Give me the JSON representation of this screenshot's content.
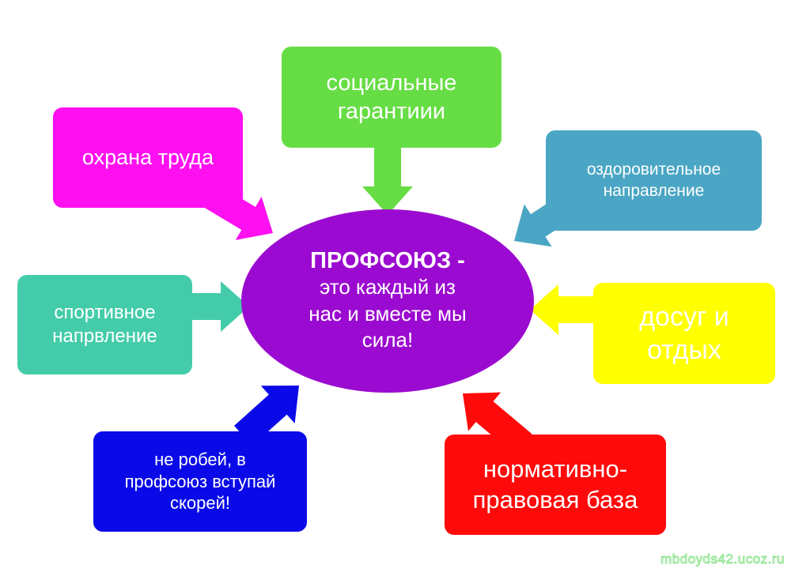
{
  "center": {
    "title": "ПРОФСОЮЗ -",
    "text": "это каждый из\nнас и вместе мы\nсила!",
    "color": "#9b0ad0"
  },
  "boxes": [
    {
      "id": "labor-protection",
      "text": "охрана труда",
      "color": "#ff10f0"
    },
    {
      "id": "social-guarantees",
      "text": "социальные\nгарантиии",
      "color": "#66dd44"
    },
    {
      "id": "health",
      "text": "оздоровительное\nнаправление",
      "color": "#4aa6c4"
    },
    {
      "id": "sport",
      "text": "спортивное\nнапрвление",
      "color": "#44ccaa"
    },
    {
      "id": "leisure",
      "text": "досуг и\nотдых",
      "color": "#ffff00"
    },
    {
      "id": "join",
      "text": "не робей, в\nпрофсоюз вступай\nскорей!",
      "color": "#0a0ae8"
    },
    {
      "id": "legal",
      "text": "нормативно-\nправовая база",
      "color": "#ff0a0a"
    }
  ],
  "watermark": "mbdoyds42.ucoz.ru"
}
